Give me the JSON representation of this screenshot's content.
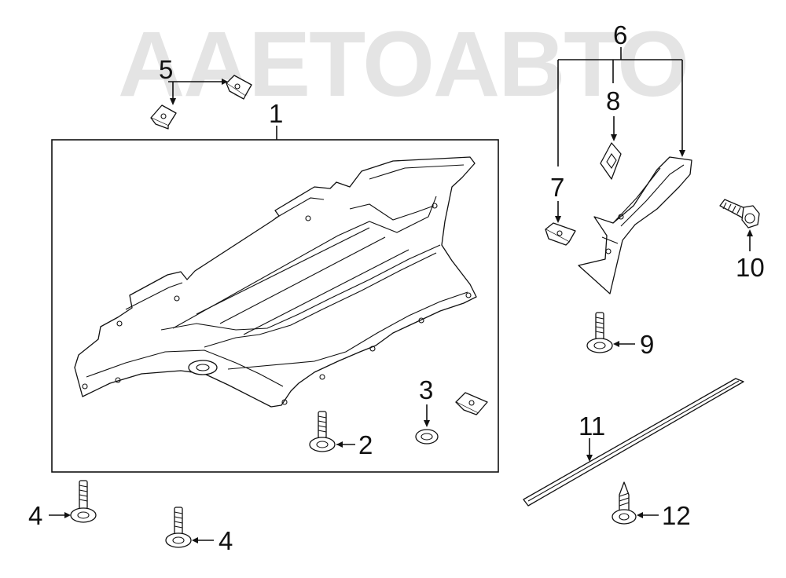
{
  "watermark": {
    "text": "AAETOABTO"
  },
  "callouts": {
    "c1": "1",
    "c2": "2",
    "c3": "3",
    "c4a": "4",
    "c4b": "4",
    "c5": "5",
    "c6": "6",
    "c7": "7",
    "c8": "8",
    "c9": "9",
    "c10": "10",
    "c11": "11",
    "c12": "12"
  },
  "colors": {
    "line": "#111111",
    "watermark": "#e4e4e4",
    "background": "#ffffff"
  }
}
